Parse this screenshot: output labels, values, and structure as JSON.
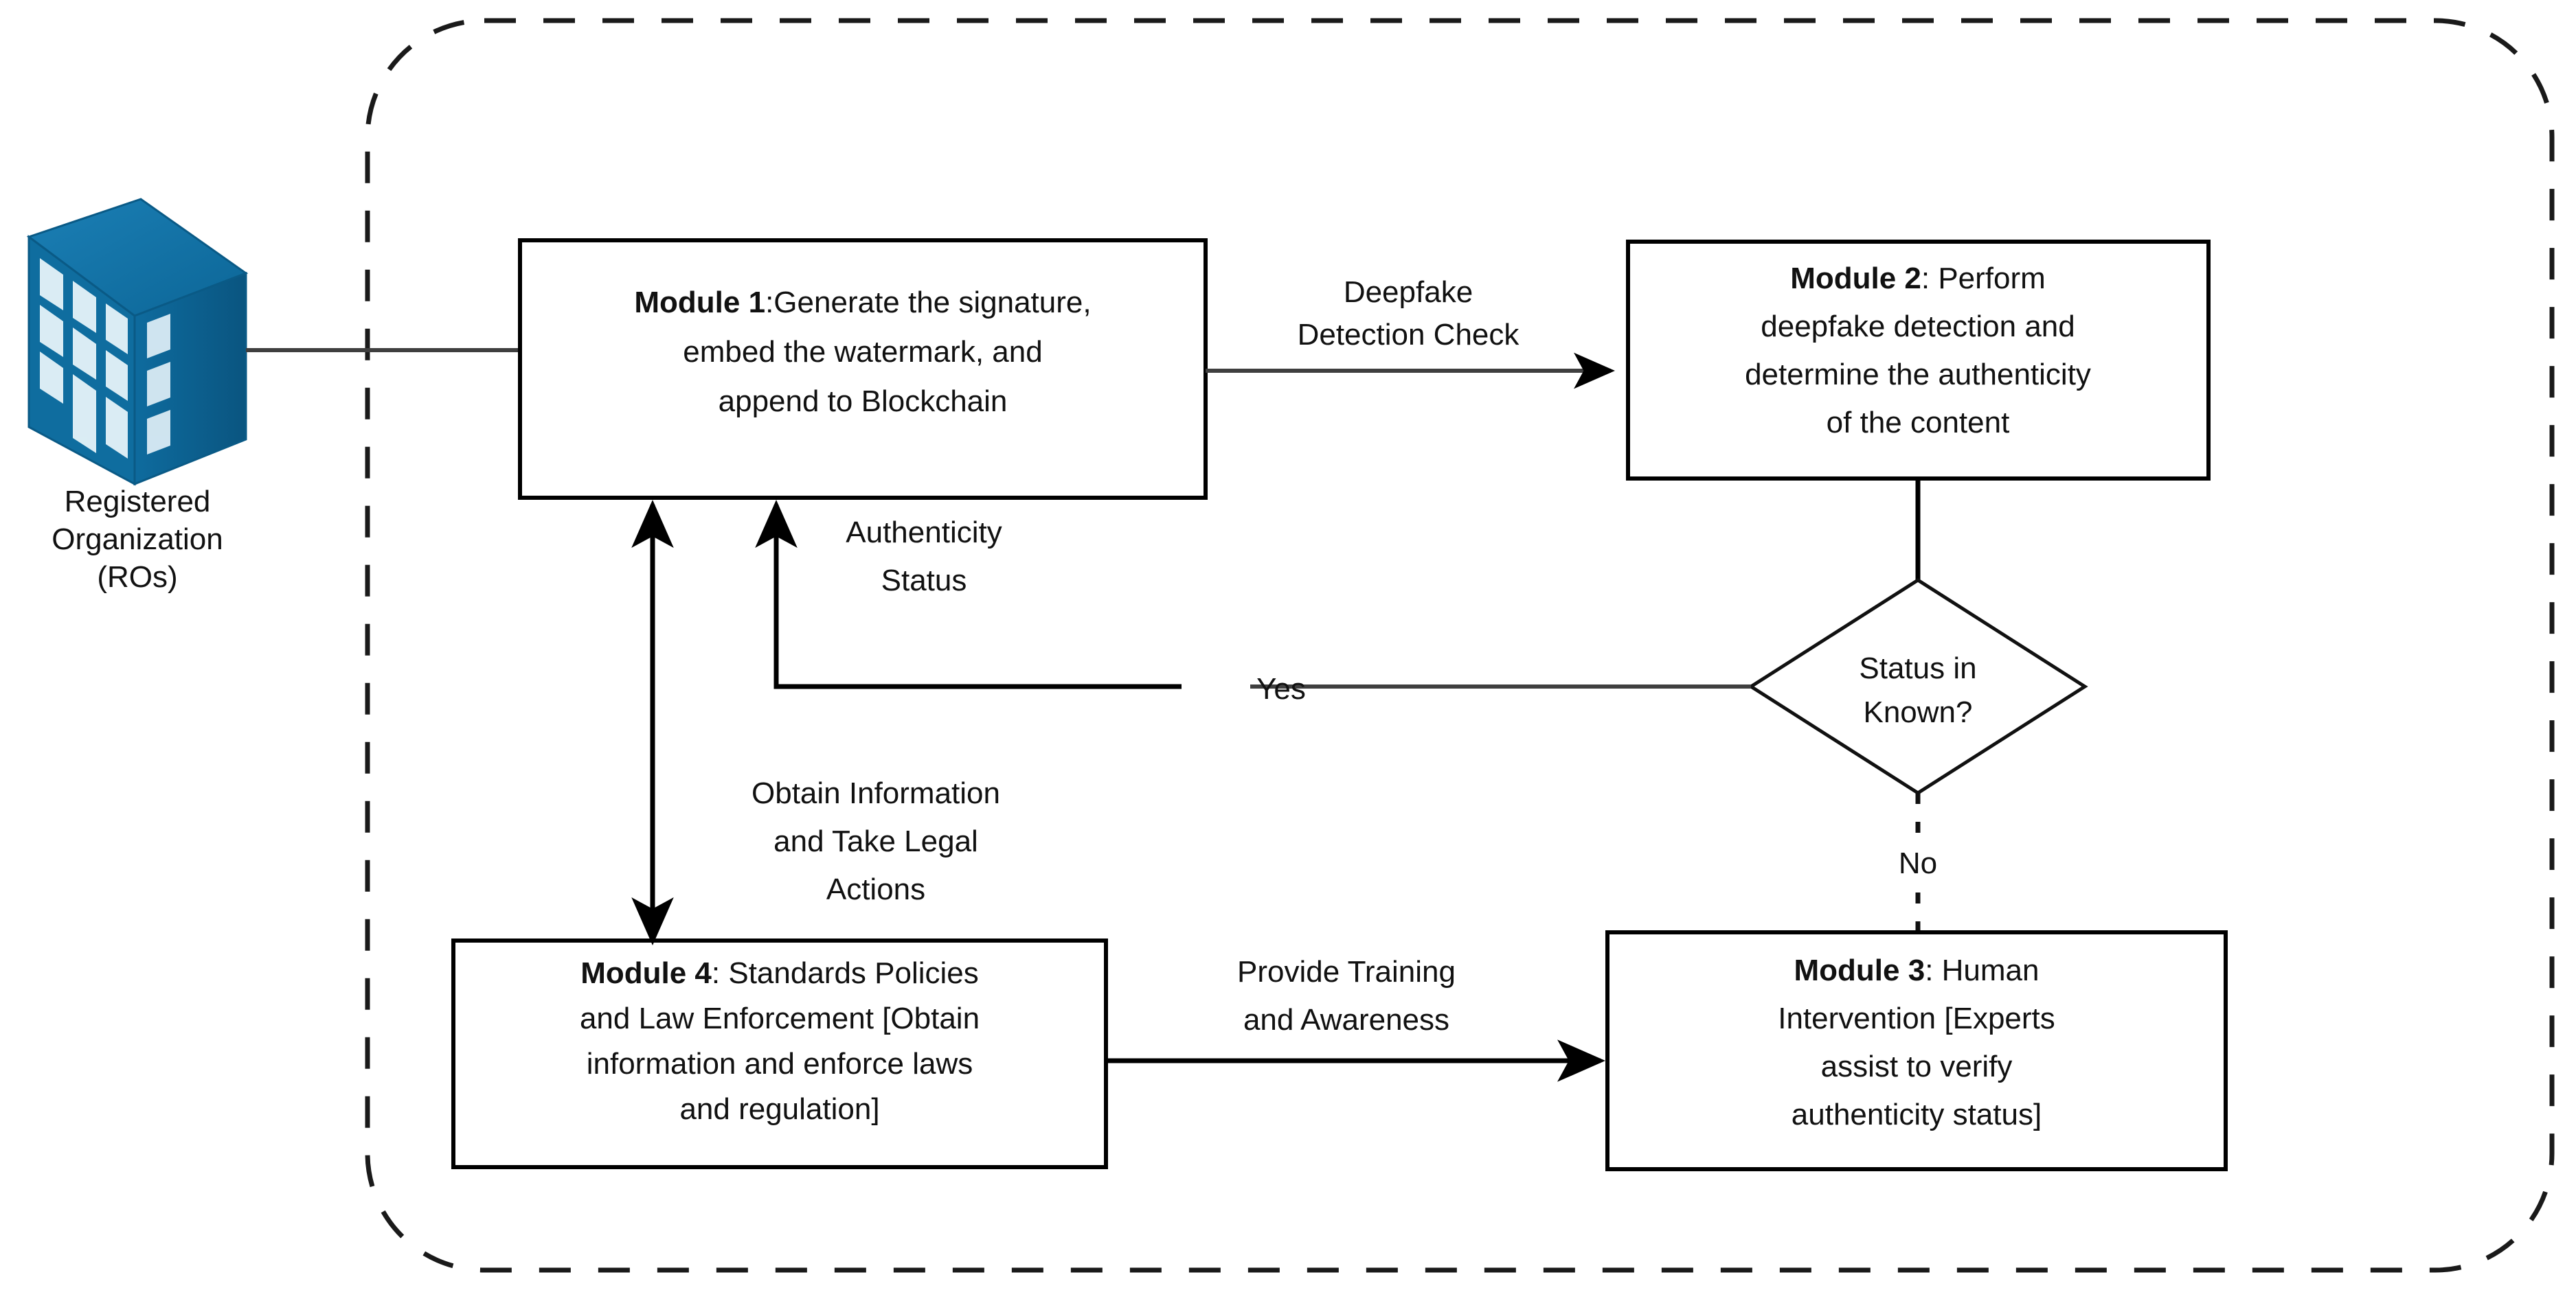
{
  "diagram": {
    "title_present": false,
    "container": {
      "name": "system-boundary",
      "style": "dashed-rounded"
    },
    "actor": {
      "icon": "organization-building-icon",
      "icon_color": "#10699b",
      "label_lines": [
        "Registered",
        "Organization",
        "(ROs)"
      ]
    },
    "nodes": [
      {
        "id": "module1",
        "shape": "rect",
        "bold_prefix": "Module 1",
        "lines": [
          ":Generate the signature,",
          "embed the watermark, and",
          "append to Blockchain"
        ],
        "full_text": "Module 1:Generate the signature, embed the watermark, and append to Blockchain"
      },
      {
        "id": "module2",
        "shape": "rect",
        "bold_prefix": "Module 2",
        "lines": [
          ": Perform",
          "deepfake detection and",
          "determine the authenticity",
          "of the content"
        ],
        "full_text": "Module 2: Perform deepfake detection and determine the authenticity of the content"
      },
      {
        "id": "decision",
        "shape": "diamond",
        "lines": [
          "Status in",
          "Known?"
        ],
        "full_text": "Status in Known?"
      },
      {
        "id": "module3",
        "shape": "rect",
        "bold_prefix": "Module 3",
        "lines": [
          ": Human",
          "Intervention [Experts",
          "assist to verify",
          "authenticity status]"
        ],
        "full_text": "Module 3: Human Intervention [Experts assist to verify authenticity status]"
      },
      {
        "id": "module4",
        "shape": "rect",
        "bold_prefix": "Module 4",
        "lines": [
          ": Standards Policies",
          "and Law Enforcement [Obtain",
          "information and enforce laws",
          "and regulation]"
        ],
        "full_text": "Module 4: Standards Policies and Law Enforcement [Obtain information and enforce laws and regulation]"
      }
    ],
    "edges": [
      {
        "id": "ro-to-m1",
        "from": "actor",
        "to": "module1",
        "label_lines": [],
        "arrow": false,
        "style": "solid"
      },
      {
        "id": "m1-to-m2",
        "from": "module1",
        "to": "module2",
        "label_lines": [
          "Deepfake",
          "Detection Check"
        ],
        "arrow": true,
        "style": "solid"
      },
      {
        "id": "m2-to-decision",
        "from": "module2",
        "to": "decision",
        "label_lines": [],
        "arrow": false,
        "style": "solid"
      },
      {
        "id": "decision-yes-to-m1",
        "from": "decision",
        "to": "module1",
        "label_lines": [
          "Yes"
        ],
        "arrow": true,
        "style": "solid",
        "secondary_label_lines": [
          "Authenticity",
          "Status"
        ]
      },
      {
        "id": "decision-no-to-m3",
        "from": "decision",
        "to": "module3",
        "label_lines": [
          "No"
        ],
        "arrow": false,
        "style": "dashed"
      },
      {
        "id": "m1-m4-bidirectional",
        "from": "module1",
        "to": "module4",
        "label_lines": [
          "Obtain Information",
          "and Take Legal",
          "Actions"
        ],
        "arrow": true,
        "style": "solid",
        "bidirectional": true
      },
      {
        "id": "m4-to-m3",
        "from": "module4",
        "to": "module3",
        "label_lines": [
          "Provide Training",
          "and Awareness"
        ],
        "arrow": true,
        "style": "solid"
      }
    ],
    "labels": {
      "deepfake_detection_check": [
        "Deepfake",
        "Detection Check"
      ],
      "authenticity_status": [
        "Authenticity",
        "Status"
      ],
      "yes": "Yes",
      "no": "No",
      "obtain_info_legal": [
        "Obtain Information",
        "and Take Legal",
        "Actions"
      ],
      "provide_training": [
        "Provide Training",
        "and Awareness"
      ]
    },
    "colors": {
      "actor_icon": "#10699b",
      "actor_icon_dark": "#0d5a87",
      "actor_icon_light": "#2a8cc0",
      "box_stroke": "#000000",
      "edge_gray": "#3f3f3f",
      "text": "#111111",
      "background": "#ffffff"
    }
  }
}
